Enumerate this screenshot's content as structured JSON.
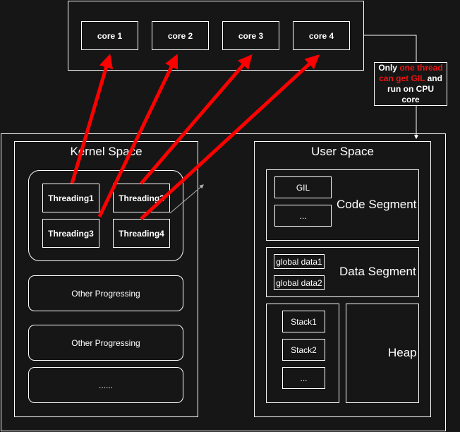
{
  "cpu": {
    "cores": [
      "core 1",
      "core 2",
      "core 3",
      "core 4"
    ]
  },
  "note": {
    "prefix": "Only ",
    "highlight": "one thread can get GIL",
    "suffix": " and run on CPU core"
  },
  "kernel": {
    "title": "Kernel Space",
    "threads": [
      "Threading1",
      "Threading2",
      "Threading3",
      "Threading4"
    ],
    "others": [
      "Other Progressing",
      "Other Progressing",
      "......"
    ]
  },
  "user": {
    "title": "User Space",
    "code_segment": {
      "label": "Code Segment",
      "items": [
        "GIL",
        "..."
      ]
    },
    "data_segment": {
      "label": "Data Segment",
      "items": [
        "global data1",
        "global data2"
      ]
    },
    "stack": {
      "items": [
        "Stack1",
        "Stack2",
        "..."
      ]
    },
    "heap": {
      "label": "Heap"
    }
  },
  "colors": {
    "background": "#161616",
    "line": "#ffffff",
    "arrow_red": "#ff0000",
    "arrow_gray": "#b0b0b0",
    "note_red": "#e81414"
  }
}
